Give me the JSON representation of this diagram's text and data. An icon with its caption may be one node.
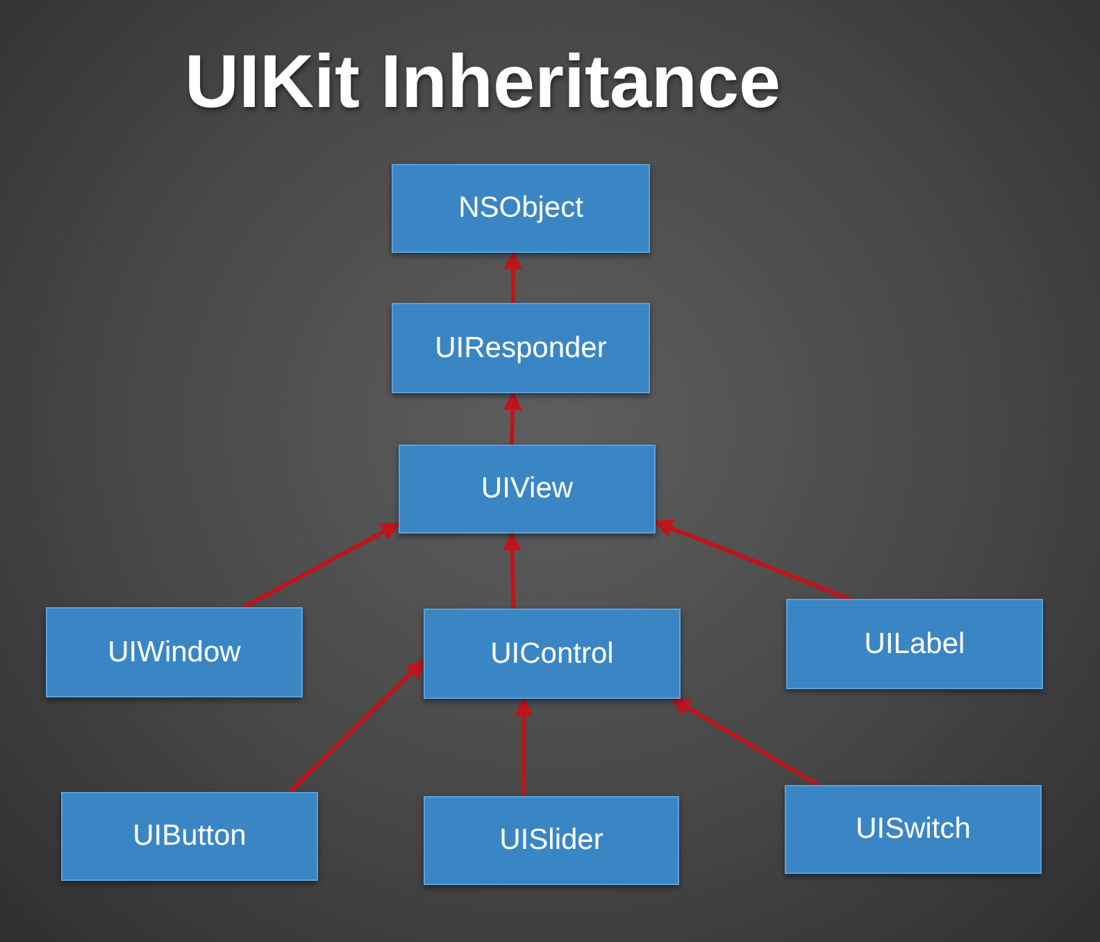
{
  "diagram": {
    "title": "UIKit Inheritance",
    "nodes": [
      {
        "text": [
          "NSObject"
        ]
      },
      {
        "text": [
          "UIResponder"
        ]
      },
      {
        "text": [
          "UIView"
        ]
      },
      {
        "text": [
          "UIWindow"
        ]
      },
      {
        "text": [
          "UIControl"
        ]
      },
      {
        "text": [
          "UILabel"
        ]
      },
      {
        "text": [
          "UIButton"
        ]
      },
      {
        "text": [
          "UISlider"
        ]
      },
      {
        "text": [
          "UISwitch"
        ]
      }
    ],
    "edges": [
      {
        "from": 1,
        "to": 0,
        "arrow": "to"
      },
      {
        "from": 2,
        "to": 1,
        "arrow": "to"
      },
      {
        "from": 3,
        "to": 2,
        "arrow": "to"
      },
      {
        "from": 4,
        "to": 2,
        "arrow": "to"
      },
      {
        "from": 5,
        "to": 2,
        "arrow": "to"
      },
      {
        "from": 6,
        "to": 4,
        "arrow": "to"
      },
      {
        "from": 7,
        "to": 4,
        "arrow": "to"
      },
      {
        "from": 8,
        "to": 4,
        "arrow": "to"
      }
    ]
  }
}
